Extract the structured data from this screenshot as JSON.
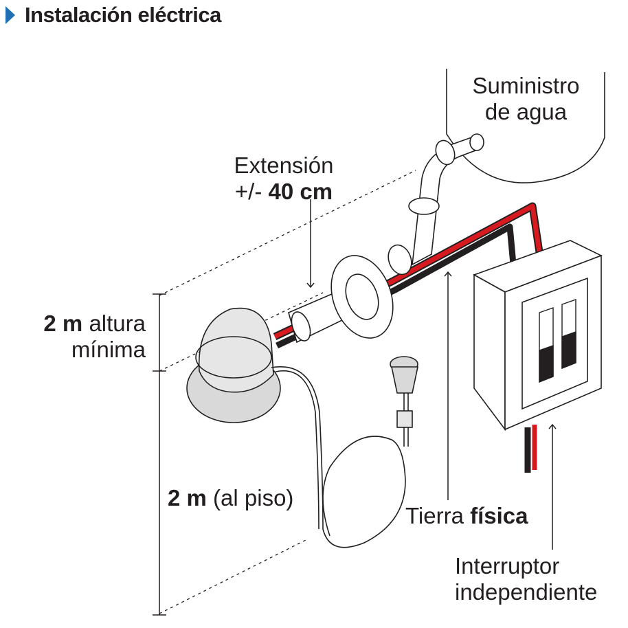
{
  "header": {
    "title": "Instalación eléctrica",
    "accent_color": "#1f6fb5"
  },
  "labels": {
    "supply_line1": "Suministro",
    "supply_line2": "de agua",
    "extension_line1": "Extensión",
    "extension_prefix": "+/- ",
    "extension_value": "40 cm",
    "height_value": "2 m",
    "height_rest": " altura",
    "height_line2": "mínima",
    "floor_value": "2 m",
    "floor_rest": " (al piso)",
    "ground_prefix": "Tierra ",
    "ground_bold": "física",
    "switch_line1": "Interruptor",
    "switch_line2": "independiente"
  },
  "colors": {
    "live_wire": "#d71920",
    "neutral_wire": "#231f20",
    "fixture_gray": "#d9d9d9",
    "outline": "#231f20"
  }
}
